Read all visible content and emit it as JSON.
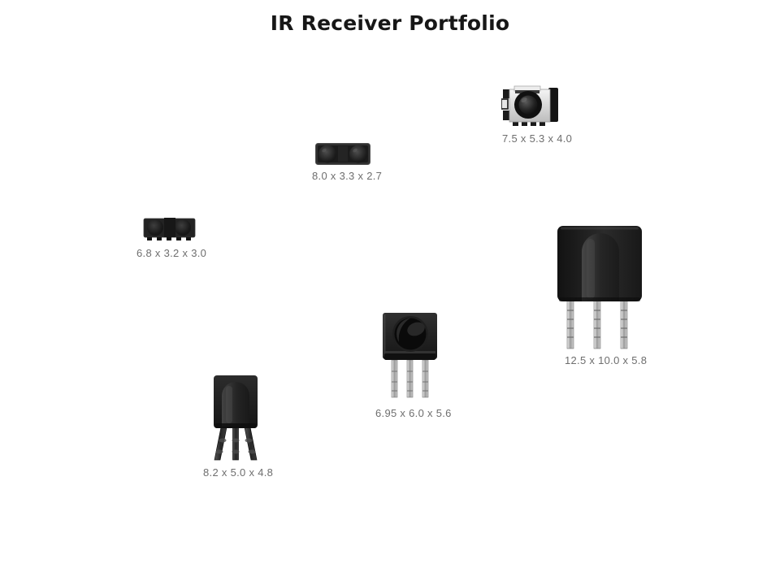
{
  "title": "IR Receiver Portfolio",
  "colors": {
    "background": "#ffffff",
    "title_text": "#171717",
    "label_text": "#6e6e6e"
  },
  "receivers": [
    {
      "type": "smd-shielded-top-view",
      "dimensions": "7.5 x 5.3 x 4.0"
    },
    {
      "type": "smd-dual-lens-low-profile",
      "dimensions": "8.0 x 3.3 x 2.7"
    },
    {
      "type": "smd-dual-lens-compact",
      "dimensions": "6.8 x 3.2 x 3.0"
    },
    {
      "type": "through-hole-large-dome",
      "dimensions": "12.5 x 10.0 x 5.8"
    },
    {
      "type": "through-hole-round-lens",
      "dimensions": "6.95 x 6.0 x 5.6"
    },
    {
      "type": "through-hole-small-dome",
      "dimensions": "8.2 x 5.0 x 4.8"
    }
  ]
}
